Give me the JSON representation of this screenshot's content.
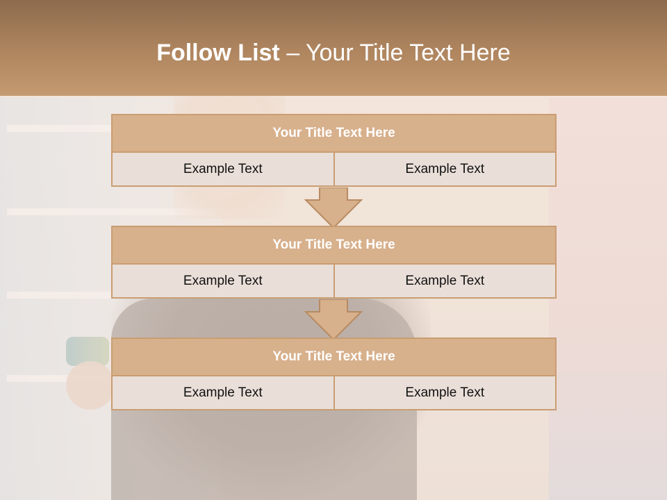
{
  "header": {
    "title_bold": "Follow List",
    "title_rest": "– Your Title Text Here"
  },
  "blocks": [
    {
      "title": "Your Title Text Here",
      "left": "Example Text",
      "right": "Example Text"
    },
    {
      "title": "Your Title Text Here",
      "left": "Example Text",
      "right": "Example Text"
    },
    {
      "title": "Your Title Text Here",
      "left": "Example Text",
      "right": "Example Text"
    }
  ],
  "colors": {
    "header": "#b0865f",
    "title_bar": "#d7b08c",
    "cell": "#eadfd8",
    "border": "#c99d72"
  },
  "icons": [
    "down-arrow-icon",
    "down-arrow-icon"
  ]
}
